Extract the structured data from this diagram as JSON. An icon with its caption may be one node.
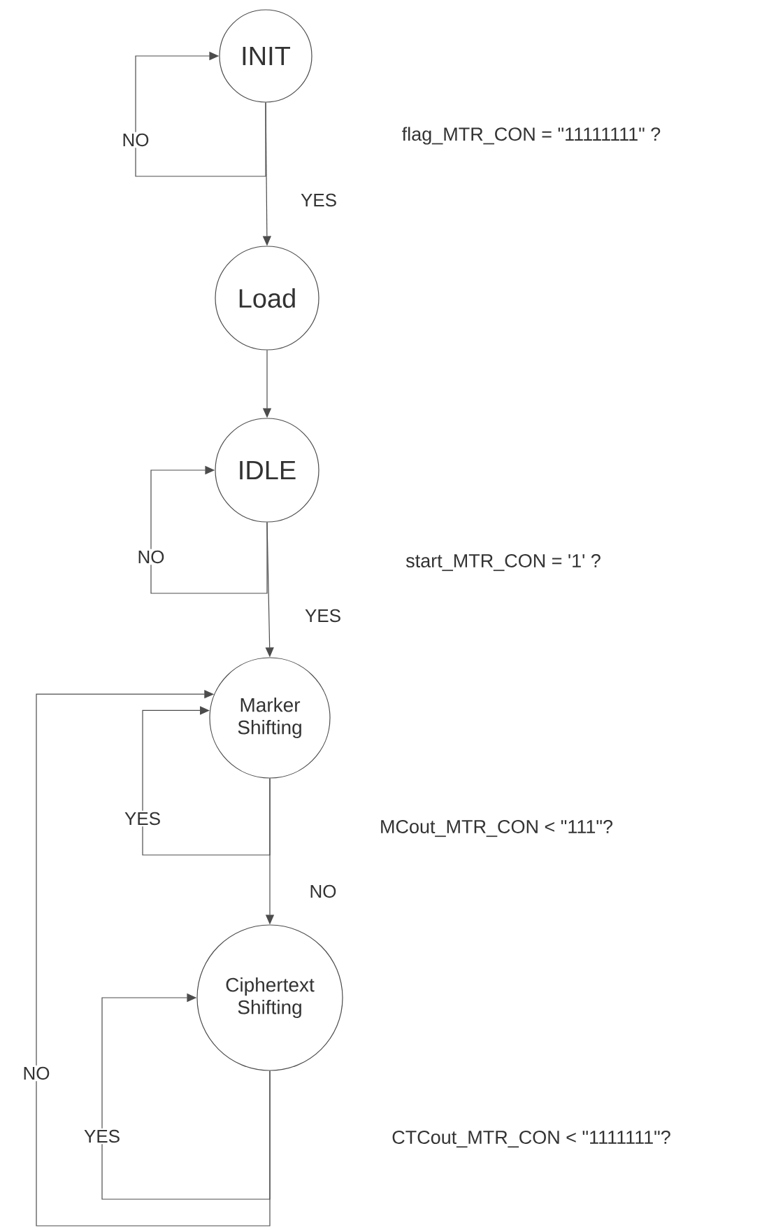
{
  "diagram": {
    "nodes": [
      {
        "text": [
          "INIT"
        ]
      },
      {
        "text": [
          "Load"
        ]
      },
      {
        "text": [
          "IDLE"
        ]
      },
      {
        "text": [
          "Marker Shifting"
        ]
      },
      {
        "text": [
          "Ciphertext Shifting"
        ]
      }
    ],
    "edges": [
      {
        "from": 0,
        "to": 0,
        "arrow": "to",
        "label": "NO"
      },
      {
        "from": 0,
        "to": 1,
        "arrow": "to",
        "label": "YES"
      },
      {
        "from": 1,
        "to": 2,
        "arrow": "to"
      },
      {
        "from": 2,
        "to": 2,
        "arrow": "to",
        "label": "NO"
      },
      {
        "from": 2,
        "to": 3,
        "arrow": "to",
        "label": "YES"
      },
      {
        "from": 3,
        "to": 3,
        "arrow": "to",
        "label": "YES"
      },
      {
        "from": 3,
        "to": 4,
        "arrow": "to",
        "label": "NO"
      },
      {
        "from": 4,
        "to": 4,
        "arrow": "to",
        "label": "YES"
      },
      {
        "from": 4,
        "to": 3,
        "arrow": "to",
        "label": "NO"
      }
    ],
    "labels": [
      "flag_MTR_CON = \"11111111\" ?",
      "start_MTR_CON = '1' ?",
      "MCout_MTR_CON < \"111\"?",
      "CTCout_MTR_CON < \"1111111\"?"
    ]
  }
}
